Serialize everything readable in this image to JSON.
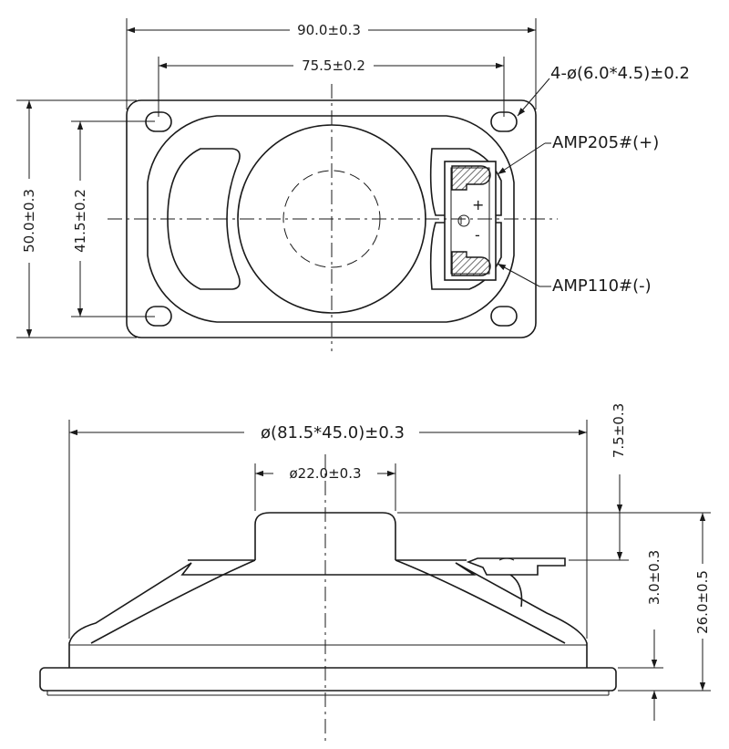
{
  "top_view": {
    "dim_overall_width": "90.0±0.3",
    "dim_hole_spacing_x": "75.5±0.2",
    "dim_overall_height": "50.0±0.3",
    "dim_hole_spacing_y": "41.5±0.2",
    "hole_callout": "4-ø(6.0*4.5)±0.2",
    "terminal_positive": "AMP205#(+)",
    "terminal_negative": "AMP110#(-)",
    "plus_mark": "+",
    "minus_mark": "-"
  },
  "side_view": {
    "dim_outer_diameter": "ø(81.5*45.0)±0.3",
    "dim_magnet_diameter": "ø22.0±0.3",
    "dim_magnet_height": "7.5±0.3",
    "dim_frame_height": "3.0±0.3",
    "dim_total_height": "26.0±0.5"
  }
}
